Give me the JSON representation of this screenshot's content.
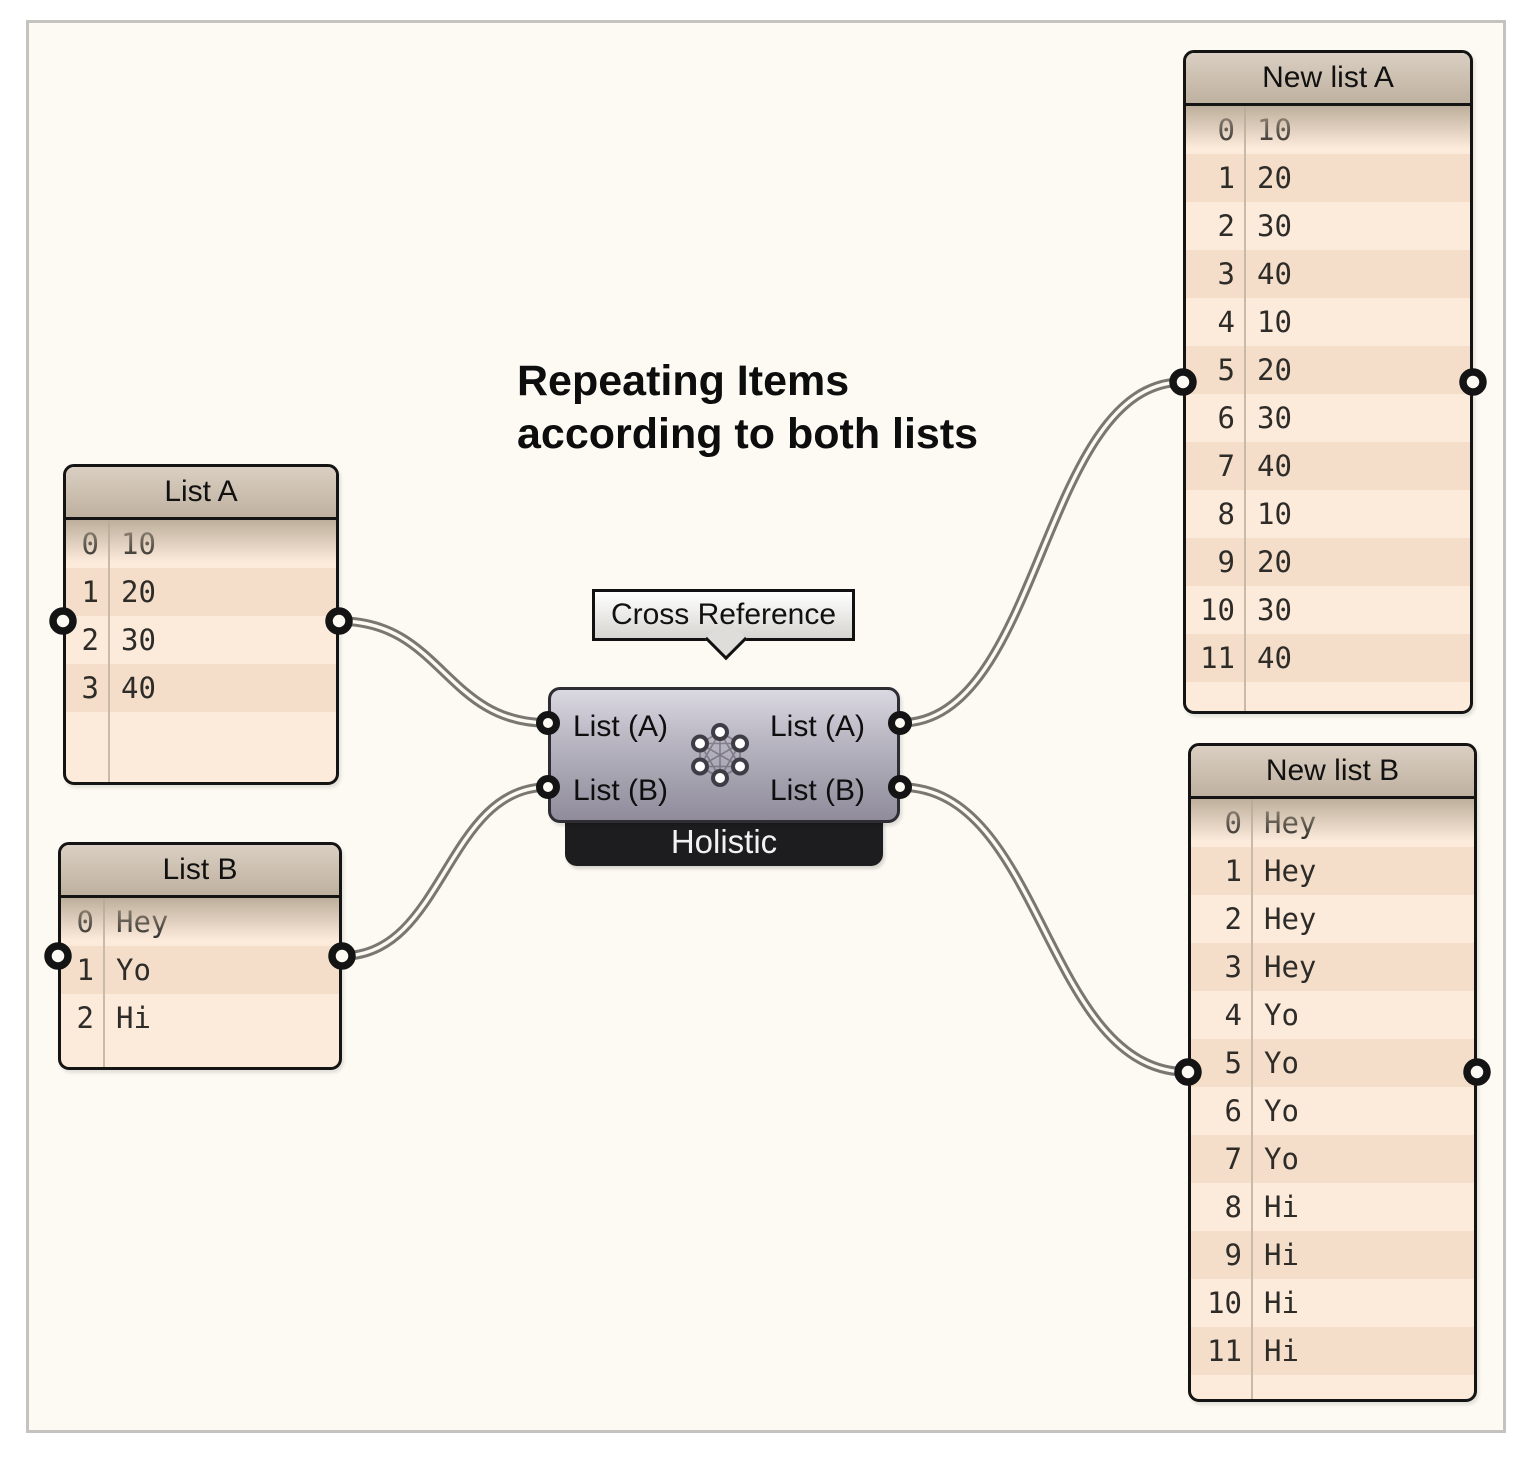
{
  "title": {
    "line1": "Repeating Items",
    "line2": "according to both lists"
  },
  "panels": {
    "list_a": {
      "title": "List A",
      "rows": [
        [
          "0",
          "10"
        ],
        [
          "1",
          "20"
        ],
        [
          "2",
          "30"
        ],
        [
          "3",
          "40"
        ]
      ]
    },
    "list_b": {
      "title": "List B",
      "rows": [
        [
          "0",
          "Hey"
        ],
        [
          "1",
          "Yo"
        ],
        [
          "2",
          "Hi"
        ]
      ]
    },
    "new_list_a": {
      "title": "New list A",
      "rows": [
        [
          "0",
          "10"
        ],
        [
          "1",
          "20"
        ],
        [
          "2",
          "30"
        ],
        [
          "3",
          "40"
        ],
        [
          "4",
          "10"
        ],
        [
          "5",
          "20"
        ],
        [
          "6",
          "30"
        ],
        [
          "7",
          "40"
        ],
        [
          "8",
          "10"
        ],
        [
          "9",
          "20"
        ],
        [
          "10",
          "30"
        ],
        [
          "11",
          "40"
        ]
      ]
    },
    "new_list_b": {
      "title": "New list B",
      "rows": [
        [
          "0",
          "Hey"
        ],
        [
          "1",
          "Hey"
        ],
        [
          "2",
          "Hey"
        ],
        [
          "3",
          "Hey"
        ],
        [
          "4",
          "Yo"
        ],
        [
          "5",
          "Yo"
        ],
        [
          "6",
          "Yo"
        ],
        [
          "7",
          "Yo"
        ],
        [
          "8",
          "Hi"
        ],
        [
          "9",
          "Hi"
        ],
        [
          "10",
          "Hi"
        ],
        [
          "11",
          "Hi"
        ]
      ]
    }
  },
  "component": {
    "tooltip": "Cross Reference",
    "nickname": "Holistic",
    "inputs": [
      {
        "label": "List (A)"
      },
      {
        "label": "List (B)"
      }
    ],
    "outputs": [
      {
        "label": "List (A)"
      },
      {
        "label": "List (B)"
      }
    ],
    "icon": "hex-dots-icon"
  },
  "colors": {
    "canvas_bg": "#FCFAF2",
    "canvas_border": "#C4C3BF",
    "panel_header": "#C7BAAA",
    "panel_row_even": "#FCEADA",
    "panel_row_odd": "#F5DEC9",
    "panel_outline": "#141414",
    "wire": "#7A7772",
    "component_body_top": "#DAD8E0",
    "component_body_bottom": "#908C9B",
    "nickname_tab_bg": "#1D1D1F",
    "nickname_tab_text": "#F2F2F2"
  }
}
